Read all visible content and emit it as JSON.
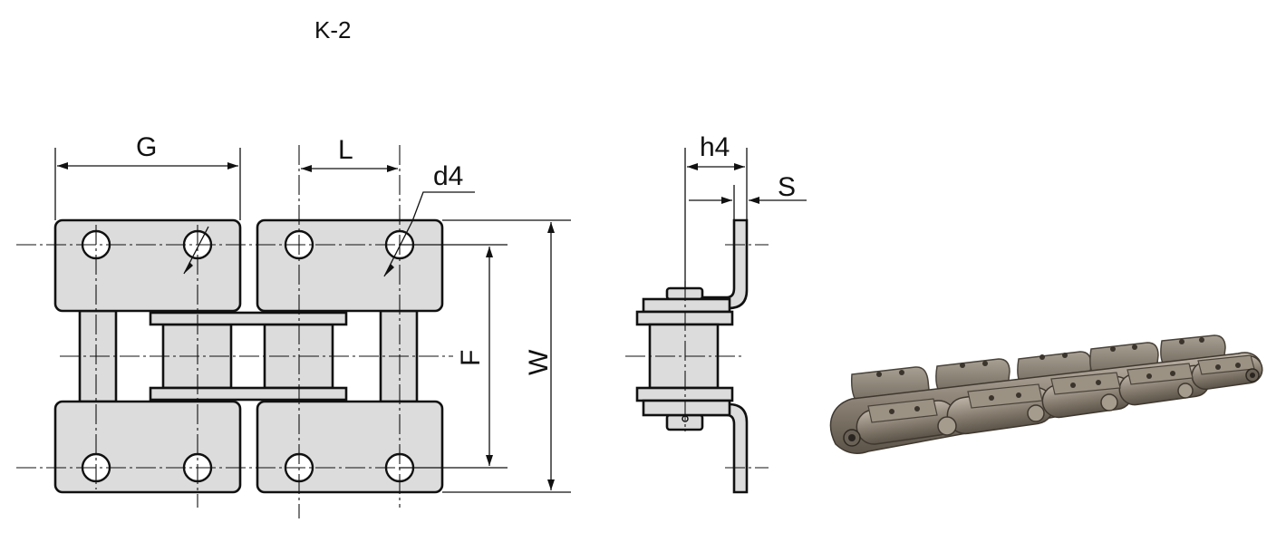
{
  "drawing": {
    "title": "K-2",
    "dimensions": {
      "G": "G",
      "L": "L",
      "d4": "d4",
      "F": "F",
      "W": "W",
      "h4": "h4",
      "S": "S"
    }
  },
  "colors": {
    "part_fill": "#dcdcdc",
    "outline": "#111111",
    "steel_dark": "#5b5348",
    "steel_mid": "#8a8073",
    "steel_light": "#bdb4a7"
  },
  "photo": {
    "subject": "roller chain with K-2 bent attachments"
  }
}
